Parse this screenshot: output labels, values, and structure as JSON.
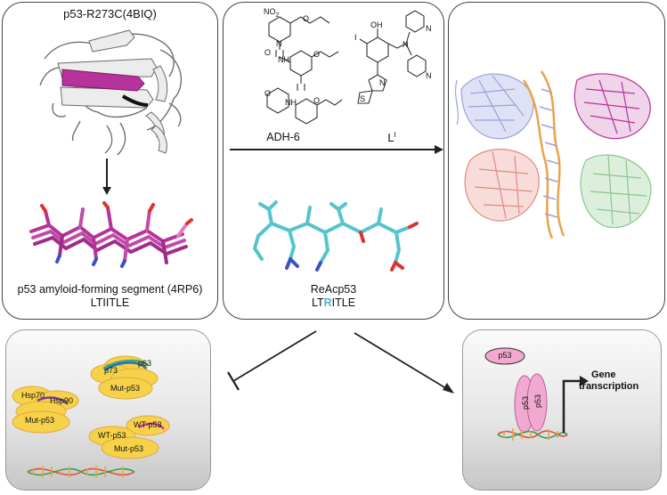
{
  "panel_left": {
    "title": "p53-R273C(4BIQ)",
    "caption_line1": "p53 amyloid-forming segment (4RP6)",
    "caption_line2": "LTIITLE"
  },
  "panel_middle": {
    "compound_a": "ADH-6",
    "compound_b": "L",
    "compound_b_sup": "I",
    "compound_c": "ReAcp53",
    "sequence_prefix": "LT",
    "sequence_highlight": "R",
    "sequence_suffix": "ITLE",
    "highlight_color": "#4fb3d6",
    "chem_labels": {
      "no2": "NO",
      "no2_sub": "2",
      "n_ring1": "N",
      "nh1": "NH",
      "nh2": "NH",
      "o1": "O",
      "o2": "O",
      "o3": "O",
      "o4": "O",
      "o5": "O",
      "iodo": "I",
      "oh": "OH",
      "n_amine": "N",
      "n_pyr1": "N",
      "n_pyr2": "N",
      "n_btz": "N",
      "s_btz": "S"
    }
  },
  "panel_bottom_left": {
    "labels": {
      "p73": "p73",
      "p63": "p63",
      "mut_p53_a": "Mut-p53",
      "hsp70": "Hsp70",
      "hsp90": "Hsp90",
      "mut_p53_b": "Mut-p53",
      "wt_p53_a": "WT-p53",
      "wt_p53_b": "WT-p53",
      "mut_p53_c": "Mut-p53"
    }
  },
  "panel_bottom_right": {
    "p53_free": "p53",
    "p53_bound_a": "p53",
    "p53_bound_b": "p53",
    "gene_line1": "Gene",
    "gene_line2": "transcription"
  },
  "colors": {
    "magenta": "#b5339a",
    "cyan_stick": "#56c4cc",
    "yellow": "#f6d24a",
    "pink": "#f2a9cf",
    "lavender": "#9aa3d9",
    "salmon": "#e08a84",
    "green": "#8cc490",
    "orange": "#e9a34b"
  }
}
